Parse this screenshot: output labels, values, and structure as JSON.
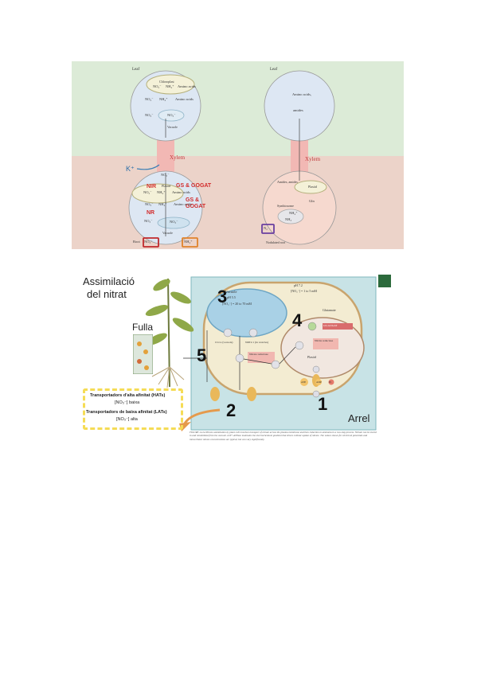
{
  "top_figure": {
    "colors": {
      "shoot_bg": "#dcebd7",
      "root_bg": "#ecd3c9",
      "xylem": "#f2b8b4",
      "cell": "#dde7f3",
      "nodule": "#f6d9cf"
    },
    "left": {
      "leaf_label": "Leaf",
      "chloroplast": "Chloroplast",
      "no2": "NO₂⁻",
      "nh4": "NH₄⁺",
      "amino_acids": "Amino acids",
      "no3": "NO₃⁻",
      "vacuole": "Vacuole",
      "xylem": "Xylem",
      "k_plus": "K⁺",
      "plastid": "Plastid",
      "nir": "NIR",
      "gs_gogat": "GS & GOGAT",
      "gs_gogat_split": [
        "GS &",
        "GOGAT"
      ],
      "nr": "NR",
      "root_label": "Root",
      "root_no3": "NO₃⁻",
      "root_nh4": "NH₄⁺"
    },
    "right": {
      "leaf_label": "Leaf",
      "amino_acids": "Amino acids,",
      "amides": "amides",
      "xylem": "Xylem",
      "amides_amides": "Amides, amides",
      "plastid": "Plastid",
      "gln": "Gln",
      "symbiosome": "Symbiosome",
      "nh4": "NH₄⁺",
      "nh3": "NH₃",
      "n2": "N₂",
      "nodule_label": "Nodulated root"
    }
  },
  "bottom_figure": {
    "title_lines": [
      "Assimilació",
      "del nitrat"
    ],
    "fulla": "Fulla",
    "transporters_high": "Transportadors d'alta afinitat (HATs)",
    "no3_low": "[NO₃⁻] baixa",
    "transporters_low": "Transportadors de baixa afinitat (LATs)",
    "no3_high": "[NO₃⁻] alta",
    "arrel": "Arrel",
    "numbers": [
      "1",
      "2",
      "3",
      "4",
      "5"
    ],
    "cell": {
      "ph_outer": "pH 7.2",
      "no3_conc": "[NO₃⁻] = 1 to 5 mM",
      "vacuole": "Vacuole",
      "vac_ph": "pH 5.5",
      "vac_no3": "[NO₃⁻] = 20 to 70 mM",
      "gs_gogat": "GS-GOGAT",
      "glutamate": "Glutamate",
      "nitrite_reductase": "Nitrite reductase",
      "nitrate_reductase": "Nitrate reductase",
      "plastid": "Plastid",
      "clca": "CLCa (vacuole)",
      "nrt": "NRT2.1 (in vesicles)",
      "atp": "ATP",
      "adp": "ADP",
      "pi": "Pi"
    },
    "caption": "FIGURE 14.2a  Nitrate assimilation by plant cells involves transport of nitrate across the plasma membrane and then reduction to ammonia in a two-step process. Nitrate can be stored in and remobilized from the vacuole. A H⁺-ATPase maintains the electrochemical gradient that drives cellular uptake of nitrate. The values shown for electrical potentials and intracellular nitrate concentrations are typical, but can vary significantly."
  }
}
